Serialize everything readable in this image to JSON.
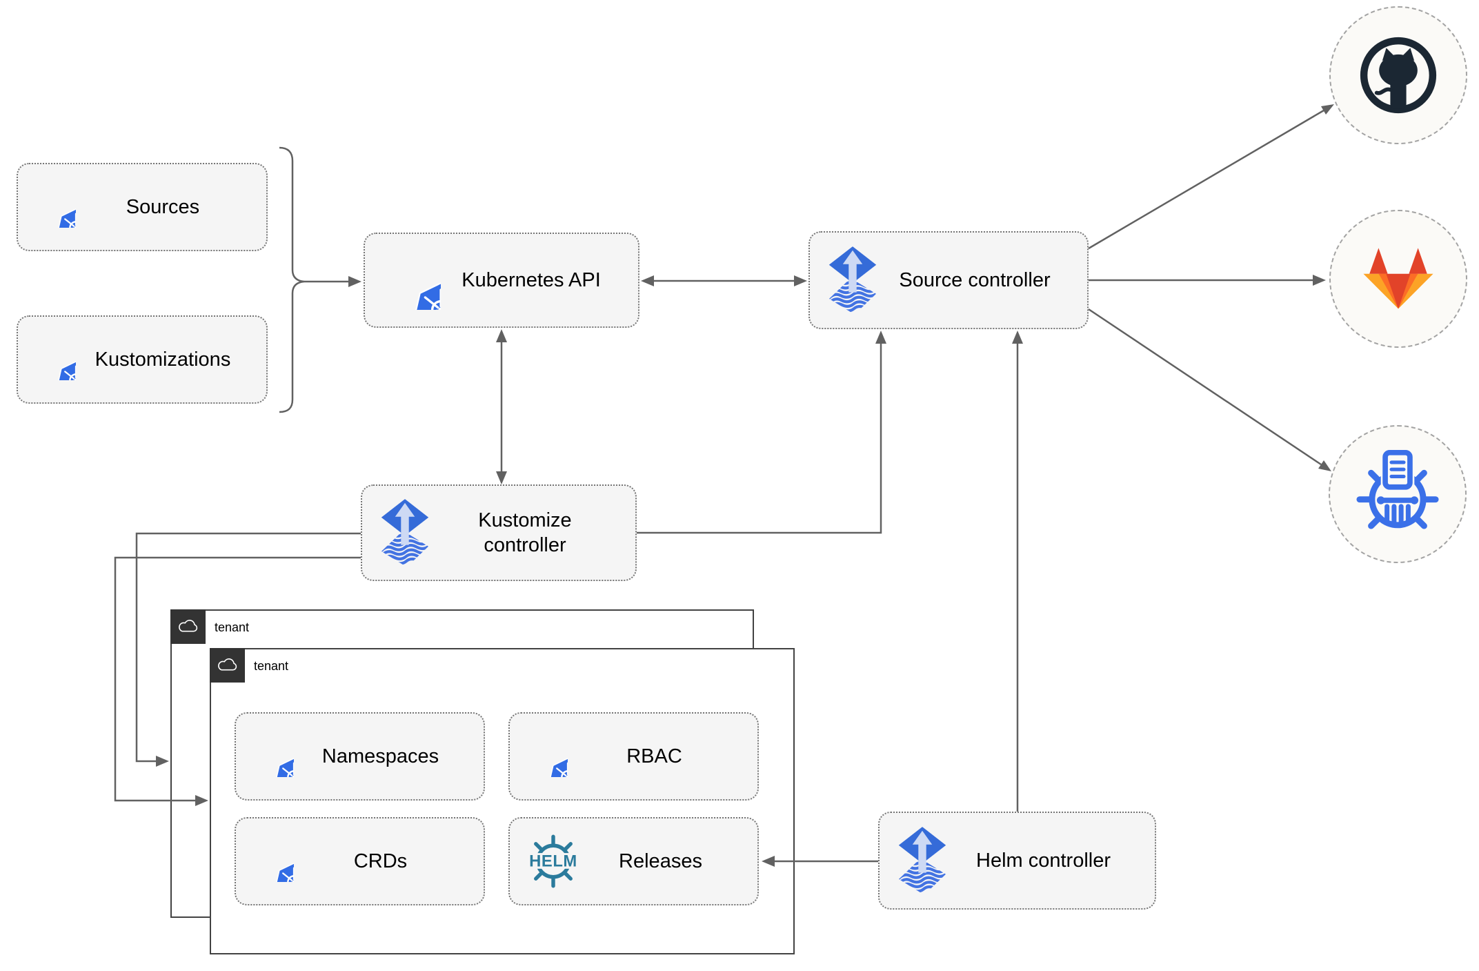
{
  "nodes": {
    "sources": {
      "label": "Sources"
    },
    "kustomizations": {
      "label": "Kustomizations"
    },
    "kubernetes_api": {
      "label": "Kubernetes API"
    },
    "source_controller": {
      "label": "Source controller"
    },
    "kustomize_controller": {
      "label": "Kustomize controller"
    },
    "helm_controller": {
      "label": "Helm controller"
    },
    "namespaces": {
      "label": "Namespaces"
    },
    "rbac": {
      "label": "RBAC"
    },
    "crds": {
      "label": "CRDs"
    },
    "releases": {
      "label": "Releases"
    }
  },
  "tenants": {
    "outer": {
      "label": "tenant"
    },
    "inner": {
      "label": "tenant"
    }
  },
  "releases_icon_text": "HELM",
  "external_endpoints": [
    {
      "name": "github",
      "icon": "github-icon"
    },
    {
      "name": "gitlab",
      "icon": "gitlab-icon"
    },
    {
      "name": "chartmuseum",
      "icon": "chartmuseum-helm-repository-icon"
    }
  ],
  "icons": {
    "kubernetes": "kubernetes-icon",
    "flux": "flux-icon",
    "helm": "helm-wheel-icon",
    "cloud": "cloud-icon"
  },
  "colors": {
    "kubernetes_blue": "#326ce5",
    "flux_blue": "#356bd8",
    "flux_stripe_blue": "#4373e2",
    "flux_arrow_pale": "#cdd9f4",
    "helm_teal": "#2b7b9c",
    "chartmuseum_blue": "#3b70e8",
    "github_dark": "#1b2733",
    "gitlab_red": "#e24329",
    "gitlab_orange": "#fc6d26",
    "gitlab_yellow": "#fca326",
    "connector_gray": "#616161",
    "node_fill": "#f5f5f5",
    "tenant_border": "#424242",
    "tenant_tab_dark": "#333333"
  }
}
